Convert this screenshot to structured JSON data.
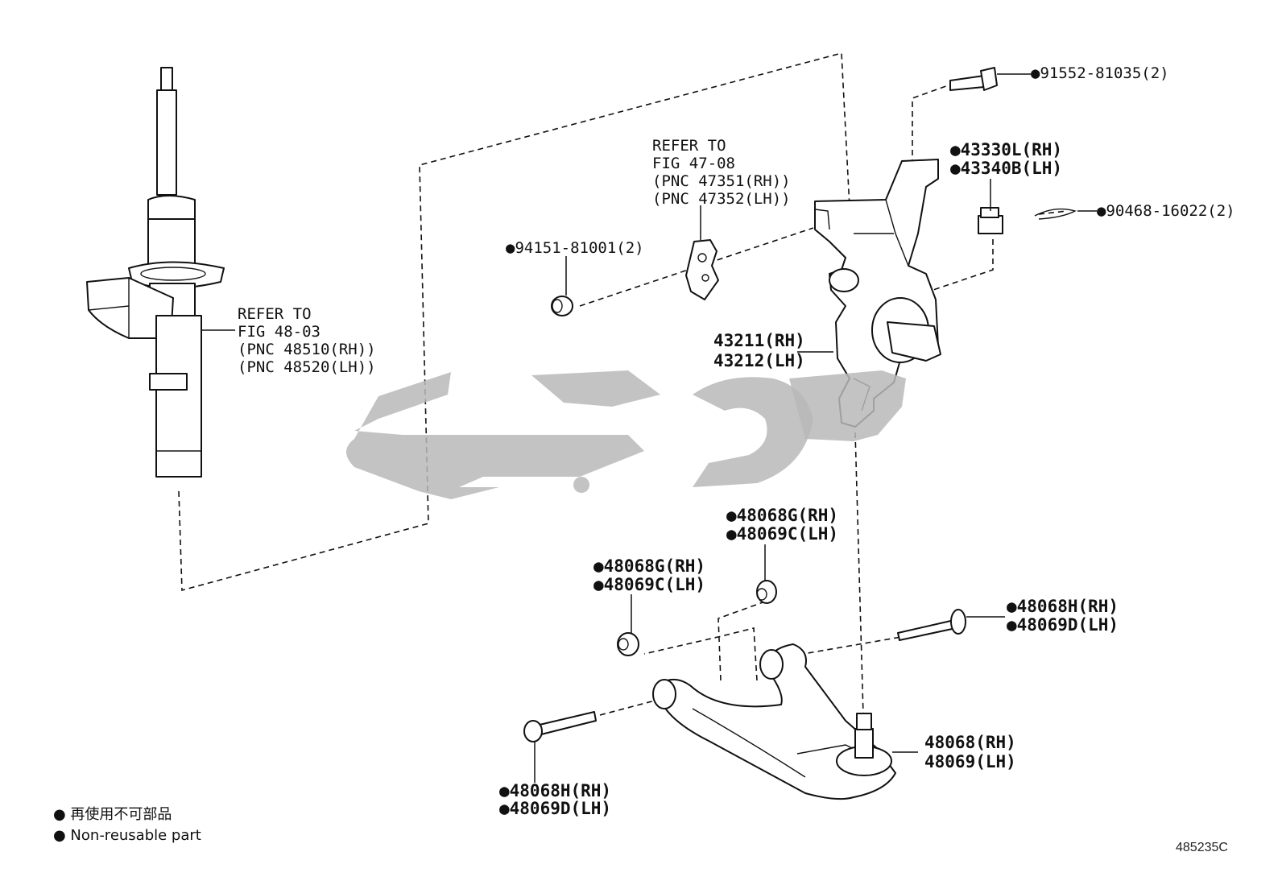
{
  "callouts": {
    "strut_ref": [
      "REFER TO",
      "FIG 48-03",
      "(PNC 48510(RH))",
      "(PNC 48520(LH))"
    ],
    "sensor_ref": [
      "REFER TO",
      "FIG 47-08",
      "(PNC 47351(RH))",
      "(PNC 47352(LH))"
    ],
    "bolt_top": "●91552-81035(2)",
    "nut_bracket": [
      "●43330L(RH)",
      "●43340B(LH)"
    ],
    "cotter_pin": "●90468-16022(2)",
    "small_nut": "●94151-81001(2)",
    "knuckle": [
      "43211(RH)",
      "43212(LH)"
    ],
    "bushing_upper": [
      "●48068G(RH)",
      "●48069C(LH)"
    ],
    "bushing_left": [
      "●48068G(RH)",
      "●48069C(LH)"
    ],
    "bolt_right": [
      "●48068H(RH)",
      "●48069D(LH)"
    ],
    "bolt_bottom": [
      "●48068H(RH)",
      "●48069D(LH)"
    ],
    "lower_arm": [
      "48068(RH)",
      "48069(LH)"
    ]
  },
  "legend": {
    "line1": "● 再使用不可部品",
    "line2": "● Non-reusable part"
  },
  "diagram_code": "485235C",
  "watermark_icon": "brand-logo-watermark"
}
